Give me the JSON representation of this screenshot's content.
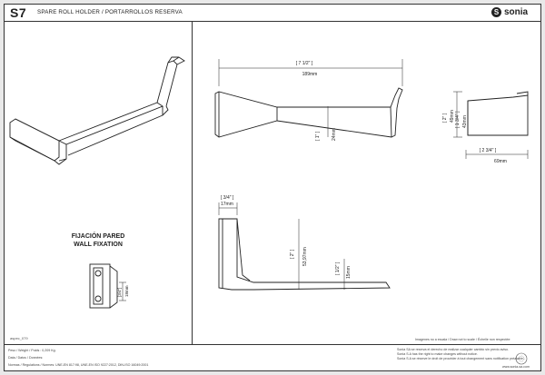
{
  "header": {
    "code": "S7",
    "title": "SPARE ROLL HOLDER / PORTARROLLOS RESERVA",
    "logo_text": "sonia",
    "logo_mark": "S"
  },
  "fixation": {
    "line1": "FIJACIÓN PARED",
    "line2": "WALL FIXATION",
    "dim_label": "3/4\""
  },
  "dimensions": {
    "top_width_in": "[ 7 1/2\" ]",
    "top_width_mm": "189mm",
    "top_height_in": "[ 1\" ]",
    "top_height_mm": "24mm",
    "side_height_in": "[ 2\" ]",
    "side_height_mm": "49mm",
    "side_inner_in": "[ 1 3/4\" ]",
    "side_inner_mm": "43mm",
    "side_depth_in": "[ 2 3/4\" ]",
    "side_depth_mm": "69mm",
    "front_w_in": "[ 3/4\" ]",
    "front_w_mm": "17mm",
    "front_h_in": "[ 2\" ]",
    "front_h_mm": "53,97mm",
    "front_small_in": "[ 1/2\" ]",
    "front_small_mm": "15mm",
    "fix_in": "[3/4\"]",
    "fix_mm": "18mm"
  },
  "bottom_code": "aspec_079",
  "footer": {
    "weight": "Peso / Weight / Poids : 0,209 Kg.",
    "date": "Data / Datos / Données:",
    "norms": "Normas / Regulations / Normes: UNE-EN 817:98, UNE-EN ISO 9227:2012, DIN-ISO 16049:2001",
    "scale_note": "Imagenes no a escala / Draw not to scale / Échelle non respectée",
    "legal1": "Sonia SA se reserva el derecho de realizar cualquier cambio sin previo aviso.",
    "legal2": "Sonia S.A has the right to make changes without notice.",
    "legal3": "Sonia S.A se réserve le droit de procéder à tout changement sans notification préalable.",
    "web": "www.sonia-sa.com"
  }
}
